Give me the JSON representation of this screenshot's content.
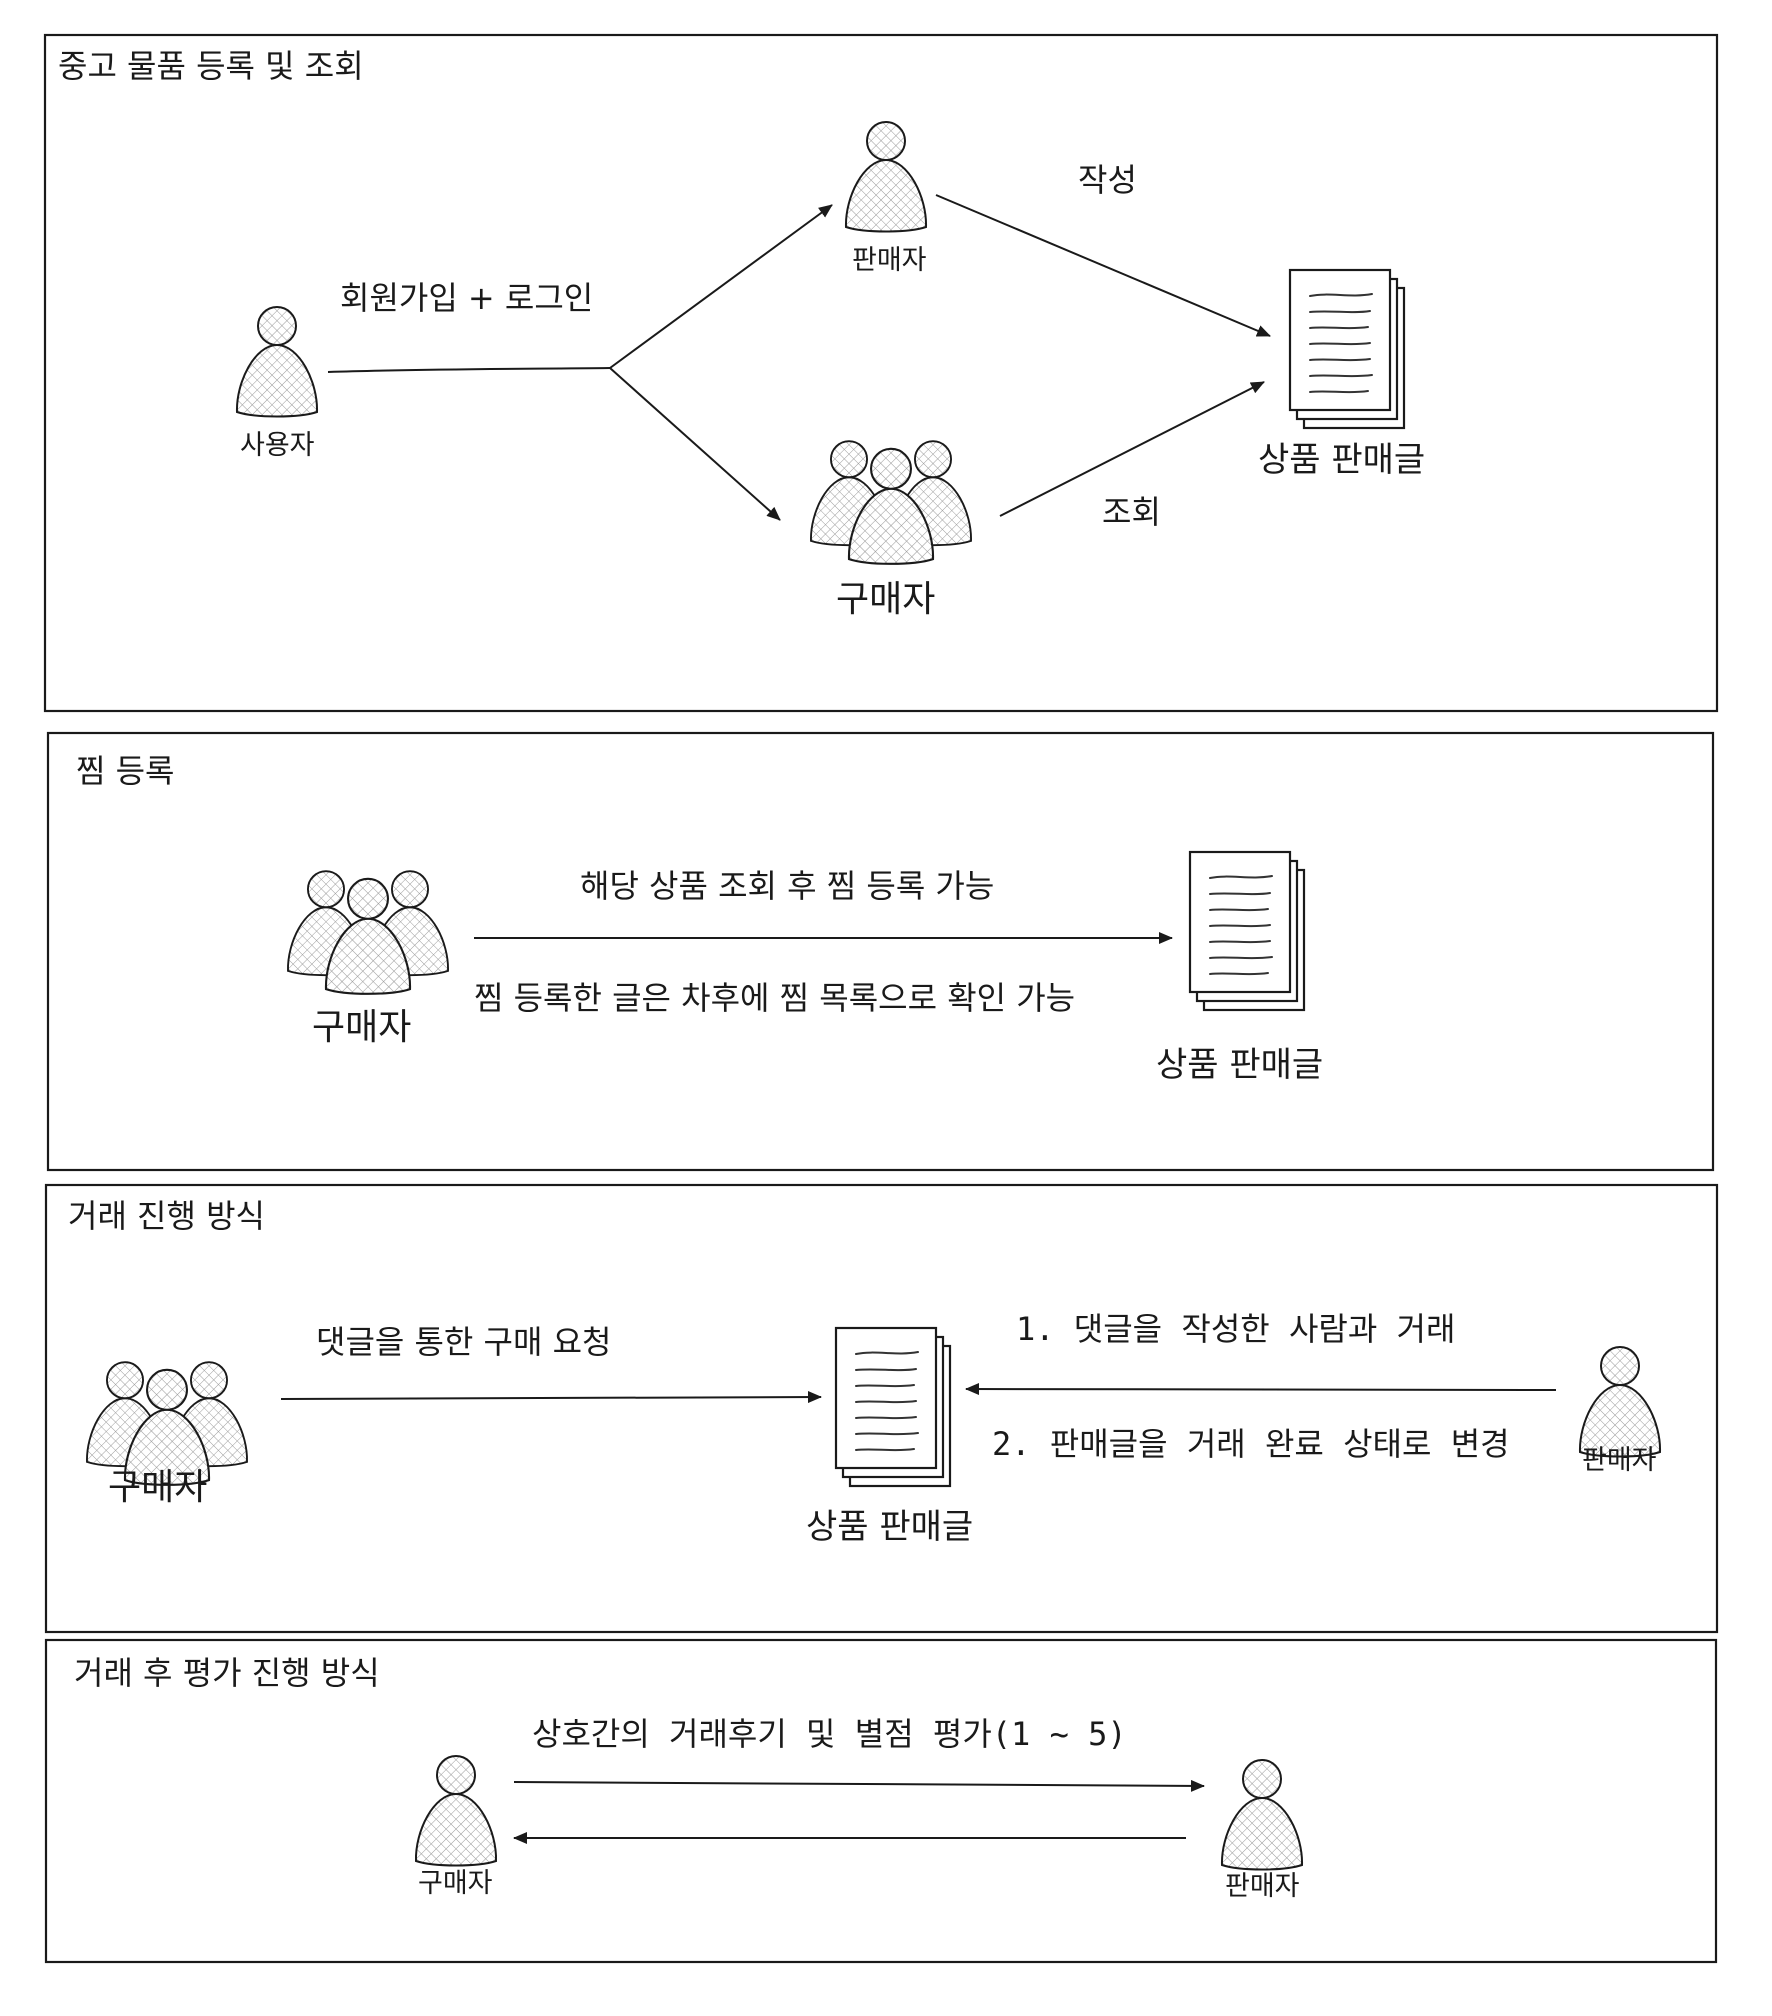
{
  "panels": [
    {
      "title": "중고 물품 등록 및 조회"
    },
    {
      "title": "찜 등록"
    },
    {
      "title": "거래 진행 방식"
    },
    {
      "title": "거래 후 평가 진행 방식"
    }
  ],
  "panel1": {
    "user": "사용자",
    "seller": "판매자",
    "buyer": "구매자",
    "doc": "상품 판매글",
    "edge_signup": "회원가입 + 로그인",
    "edge_write": "작성",
    "edge_view": "조회"
  },
  "panel2": {
    "buyer": "구매자",
    "doc": "상품 판매글",
    "edge_top": "해당 상품 조회 후 찜 등록 가능",
    "edge_bottom": "찜 등록한 글은 차후에 찜 목록으로 확인 가능"
  },
  "panel3": {
    "buyer": "구매자",
    "doc": "상품 판매글",
    "seller": "판매자",
    "edge_request": "댓글을 통한 구매 요청",
    "edge_step1": "1. 댓글을 작성한 사람과 거래",
    "edge_step2": "2. 판매글을 거래 완료 상태로 변경"
  },
  "panel4": {
    "buyer": "구매자",
    "seller": "판매자",
    "edge_review": "상호간의 거래후기 및 별점 평가(1 ~ 5)"
  }
}
